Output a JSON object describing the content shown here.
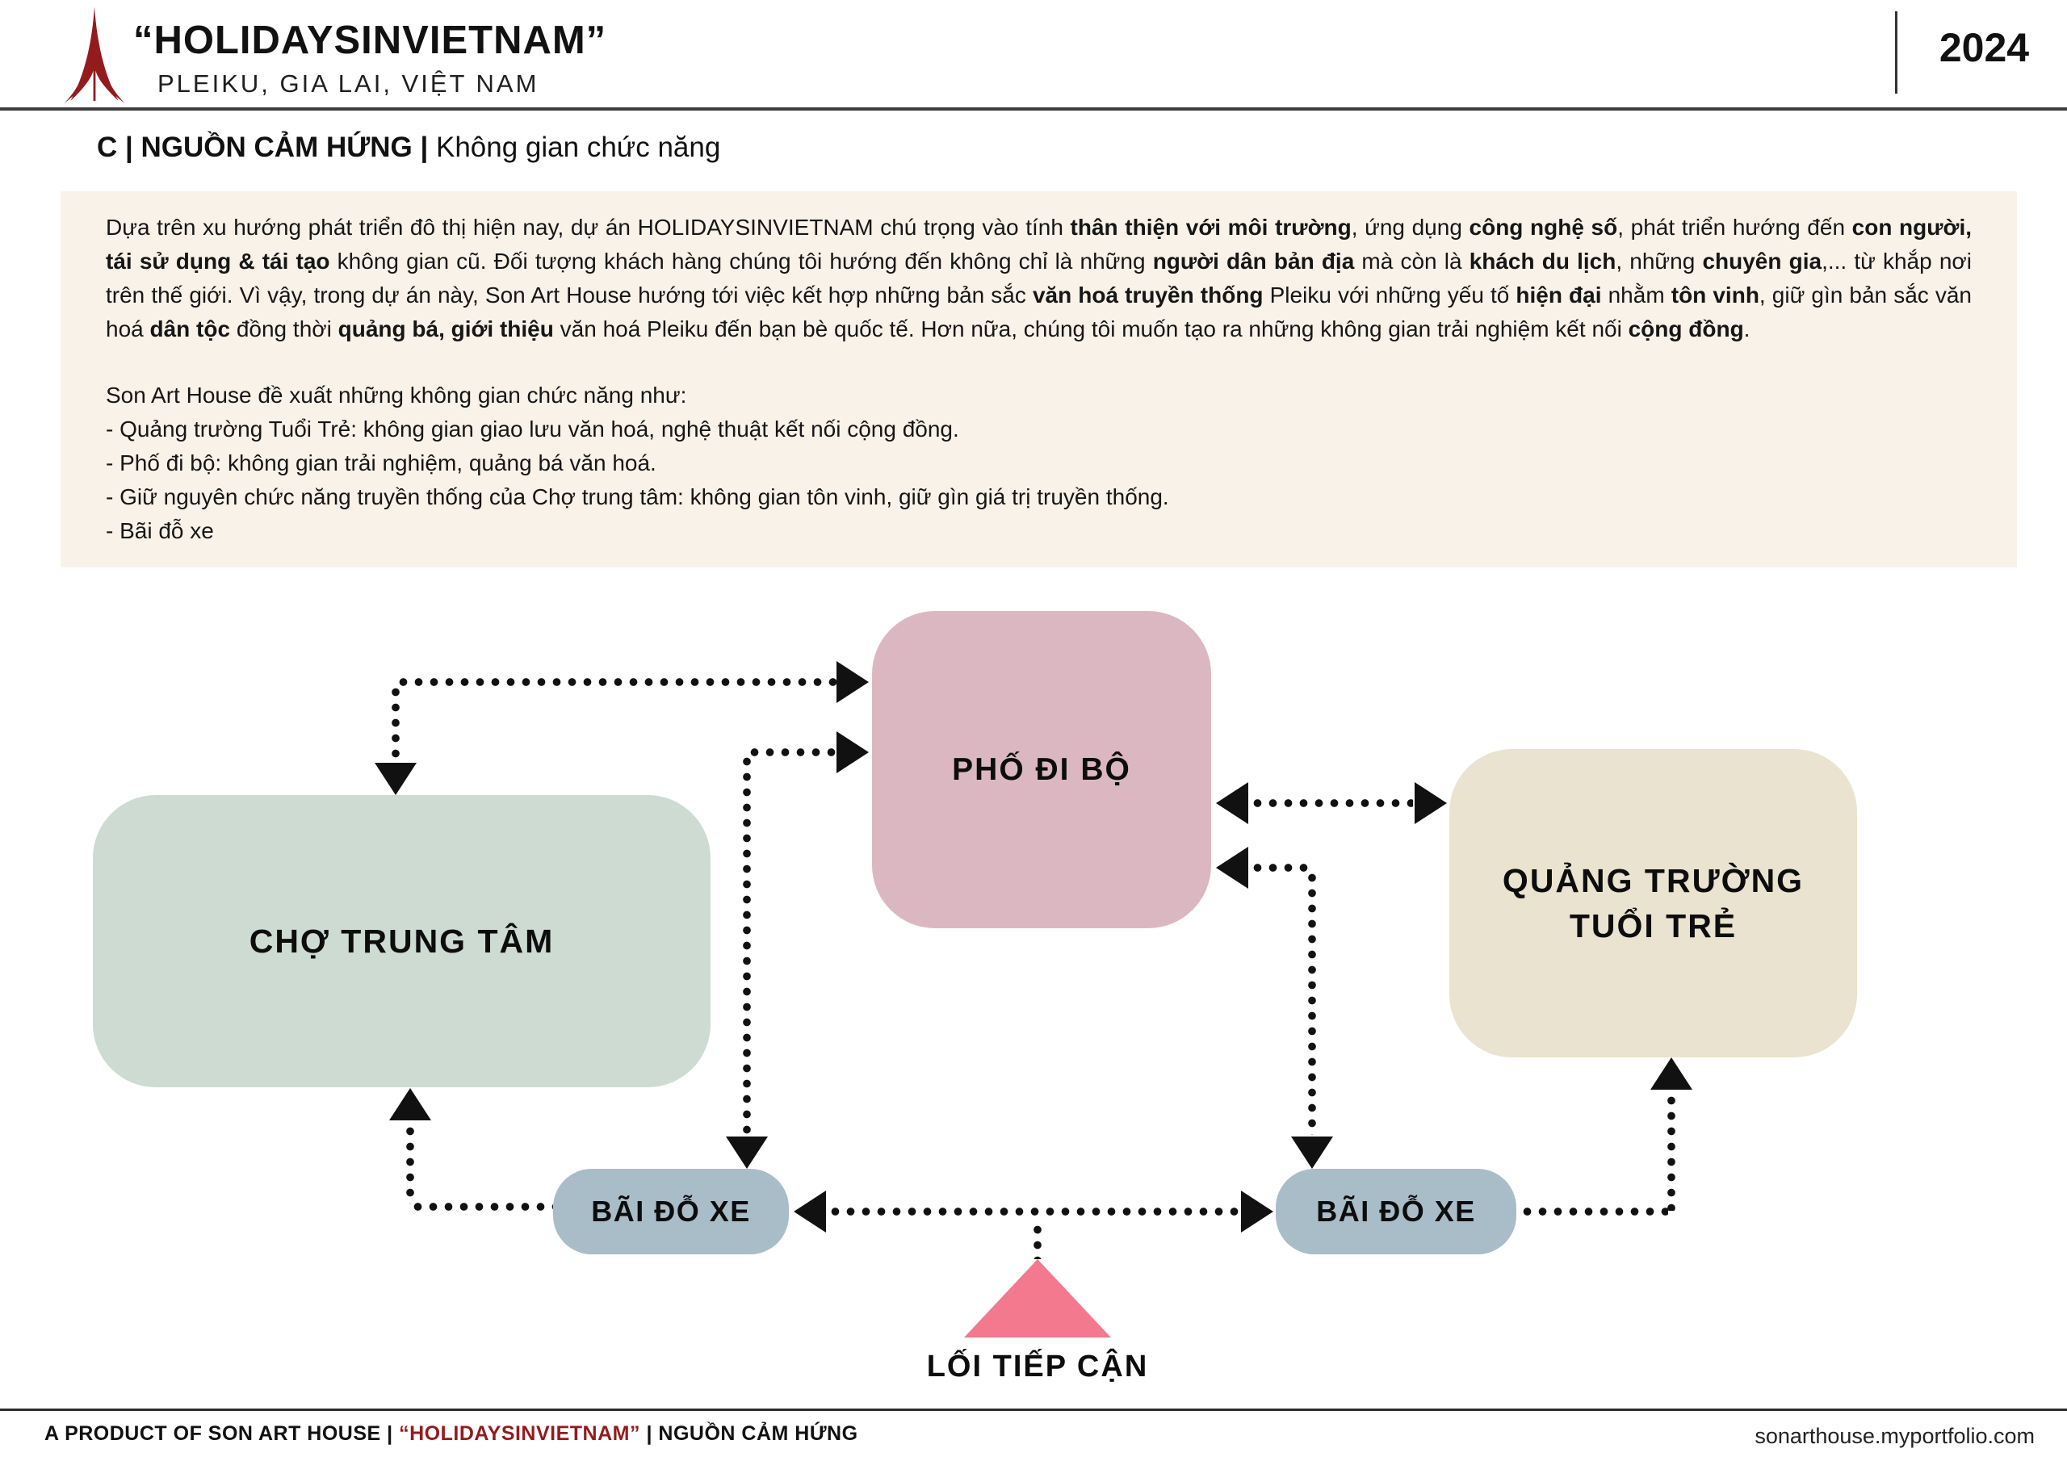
{
  "header": {
    "title": "“HOLIDAYSINVIETNAM”",
    "subtitle": "PLEIKU, GIA LAI, VIỆT NAM",
    "year": "2024"
  },
  "section": {
    "prefix": "C | NGUỒN CẢM HỨNG | ",
    "name": "Không gian chức năng"
  },
  "intro": {
    "paragraph": [
      {
        "t": "Dựa trên xu hướng phát triển đô thị hiện nay, dự án HOLIDAYSINVIETNAM chú trọng vào tính ",
        "b": false
      },
      {
        "t": "thân thiện với môi trường",
        "b": true
      },
      {
        "t": ", ứng dụng ",
        "b": false
      },
      {
        "t": "công nghệ số",
        "b": true
      },
      {
        "t": ", phát triển hướng đến ",
        "b": false
      },
      {
        "t": "con người, tái sử dụng & tái tạo",
        "b": true
      },
      {
        "t": " không gian cũ. Đối tượng khách hàng chúng tôi hướng đến không chỉ là những ",
        "b": false
      },
      {
        "t": "người dân bản địa",
        "b": true
      },
      {
        "t": " mà còn là ",
        "b": false
      },
      {
        "t": "khách du lịch",
        "b": true
      },
      {
        "t": ", những ",
        "b": false
      },
      {
        "t": "chuyên gia",
        "b": true
      },
      {
        "t": ",... từ khắp nơi trên thế giới. Vì vậy, trong dự án này, Son Art House hướng tới việc kết hợp những bản sắc ",
        "b": false
      },
      {
        "t": "văn hoá truyền thống",
        "b": true
      },
      {
        "t": " Pleiku với những yếu tố ",
        "b": false
      },
      {
        "t": "hiện đại",
        "b": true
      },
      {
        "t": " nhằm ",
        "b": false
      },
      {
        "t": "tôn vinh",
        "b": true
      },
      {
        "t": ", giữ gìn bản sắc văn hoá ",
        "b": false
      },
      {
        "t": "dân tộc",
        "b": true
      },
      {
        "t": " đồng thời ",
        "b": false
      },
      {
        "t": "quảng bá, giới thiệu",
        "b": true
      },
      {
        "t": " văn hoá Pleiku đến bạn bè quốc tế. Hơn nữa, chúng tôi muốn tạo ra những không gian trải nghiệm kết nối ",
        "b": false
      },
      {
        "t": "cộng đồng",
        "b": true
      },
      {
        "t": ".",
        "b": false
      }
    ],
    "proposal_heading": "Son Art House đề xuất những không gian chức năng như:",
    "bullets": [
      "- Quảng trường Tuổi Trẻ: không gian giao lưu văn hoá, nghệ thuật kết nối cộng đồng.",
      "- Phố đi bộ: không gian trải nghiệm, quảng bá văn hoá.",
      "- Giữ nguyên chức năng truyền thống của Chợ trung tâm: không gian tôn vinh, giữ gìn giá trị truyền thống.",
      "- Bãi đỗ xe"
    ]
  },
  "diagram": {
    "nodes": {
      "cho_trung_tam": {
        "label": "CHỢ TRUNG TÂM",
        "color": "#cddbd3"
      },
      "pho_di_bo": {
        "label": "PHỐ ĐI BỘ",
        "color": "#dbb8c1"
      },
      "quang_truong": {
        "label": "QUẢNG TRƯỜNG\nTUỔI TRẺ",
        "color": "#e9e3cf"
      },
      "bai_do_xe_left": {
        "label": "BÃI ĐỖ XE",
        "color": "#a9bdc9"
      },
      "bai_do_xe_right": {
        "label": "BÃI ĐỖ XE",
        "color": "#a9bdc9"
      }
    },
    "access": {
      "label": "LỐI TIẾP CẬN",
      "triangle_color": "#f2798e"
    },
    "line_color": "#111111"
  },
  "footer": {
    "left_prefix": "A PRODUCT OF SON ART HOUSE | ",
    "left_brand": "“HOLIDAYSINVIETNAM”",
    "left_suffix": " | NGUỒN CẢM HỨNG",
    "right": "sonarthouse.myportfolio.com"
  },
  "colors": {
    "brand_red": "#931b1e",
    "intro_bg": "#f9f2e9"
  }
}
